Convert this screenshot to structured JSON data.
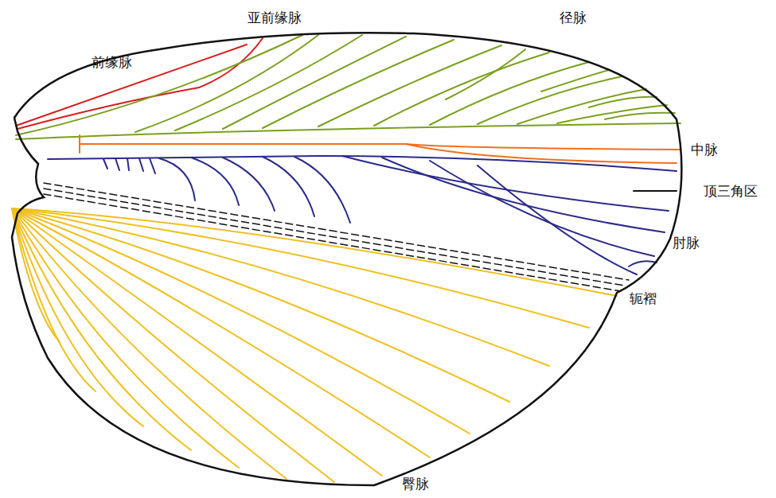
{
  "diagram": {
    "labels": [
      "亚前缘脉",
      "径脉",
      "前缘脉",
      "中脉",
      "顶三角区",
      "肘脉",
      "轭褶",
      "臀脉"
    ]
  }
}
